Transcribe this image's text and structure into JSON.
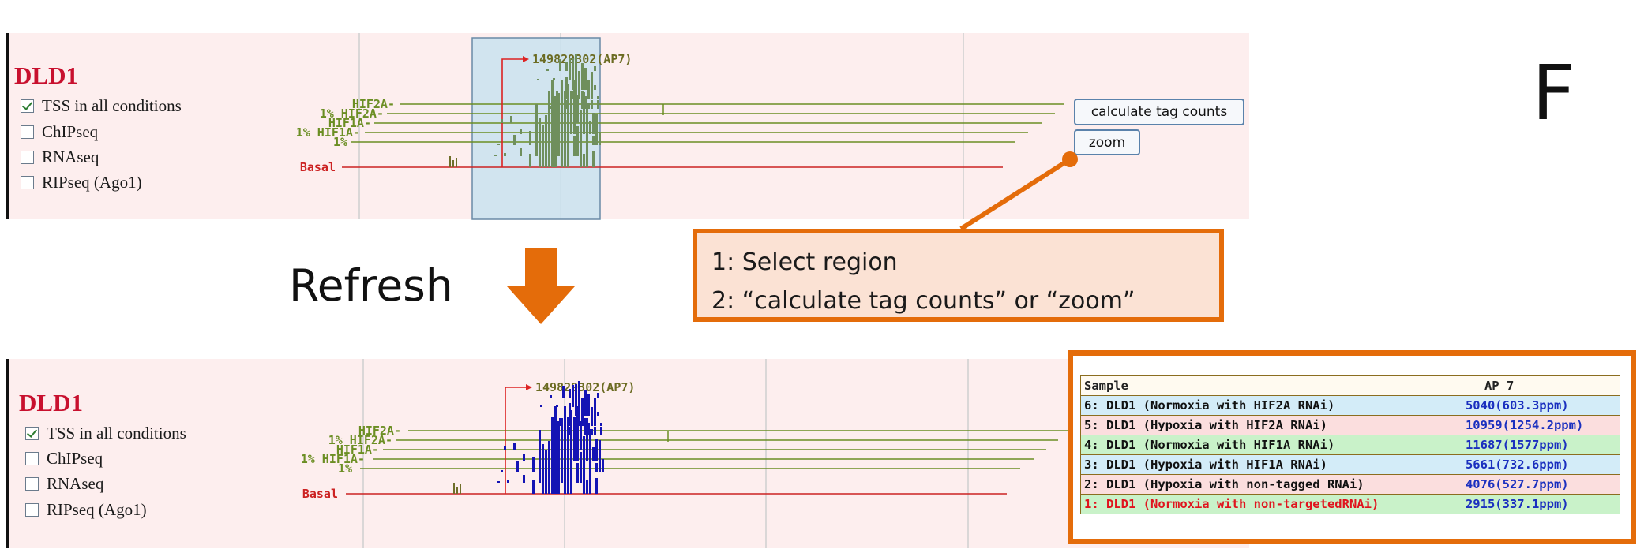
{
  "figure_letter": "F",
  "top": {
    "sample_title": "DLD1",
    "options": [
      {
        "label": "TSS in all conditions",
        "checked": true
      },
      {
        "label": "ChIPseq",
        "checked": false
      },
      {
        "label": "RNAseq",
        "checked": false
      },
      {
        "label": "RIPseq (Ago1)",
        "checked": false
      }
    ],
    "position_marker": "149829302(AP7)",
    "track_labels": [
      "HIF2A-",
      "1% HIF2A-",
      "HIF1A-",
      "1% HIF1A-",
      "1%",
      "Basal"
    ],
    "buttons": {
      "calculate": "calculate tag counts",
      "zoom": "zoom"
    },
    "bar_color": "#6f8f5d"
  },
  "callout": {
    "line1": "1: Select region",
    "line2": "2: “calculate tag counts”  or  “zoom”"
  },
  "refresh_label": "Refresh",
  "bottom": {
    "sample_title": "DLD1",
    "options": [
      {
        "label": "TSS in all conditions",
        "checked": true
      },
      {
        "label": "ChIPseq",
        "checked": false
      },
      {
        "label": "RNAseq",
        "checked": false
      },
      {
        "label": "RIPseq (Ago1)",
        "checked": false
      }
    ],
    "position_marker": "149829302(AP7)",
    "track_labels": [
      "HIF2A-",
      "1% HIF2A-",
      "HIF1A-",
      "1% HIF1A-",
      "1%",
      "Basal"
    ],
    "bar_color": "#1414b4"
  },
  "results": {
    "headers": [
      "Sample",
      "AP 7"
    ],
    "rows": [
      {
        "sample": "6: DLD1 (Normoxia with HIF2A RNAi)",
        "value": "5040(603.3ppm)",
        "bg": "#d3ecf8",
        "text": "#111111"
      },
      {
        "sample": "5: DLD1 (Hypoxia with HIF2A RNAi)",
        "value": "10959(1254.2ppm)",
        "bg": "#fbdede",
        "text": "#111111"
      },
      {
        "sample": "4: DLD1 (Normoxia with HIF1A RNAi)",
        "value": "11687(1577ppm)",
        "bg": "#c9f2c9",
        "text": "#111111"
      },
      {
        "sample": "3: DLD1 (Hypoxia with HIF1A RNAi)",
        "value": "5661(732.6ppm)",
        "bg": "#d3ecf8",
        "text": "#111111"
      },
      {
        "sample": "2: DLD1 (Hypoxia with non-tagged RNAi)",
        "value": "4076(527.7ppm)",
        "bg": "#fbdede",
        "text": "#111111"
      },
      {
        "sample": "1: DLD1 (Normoxia with non-targetedRNAi)",
        "value": "2915(337.1ppm)",
        "bg": "#c9f2c9",
        "text": "#e0141e"
      }
    ]
  },
  "colors": {
    "accent": "#e46c0a",
    "track_green": "#6b8e23",
    "basal_red": "#cc2222",
    "marker_red": "#dd2222"
  }
}
